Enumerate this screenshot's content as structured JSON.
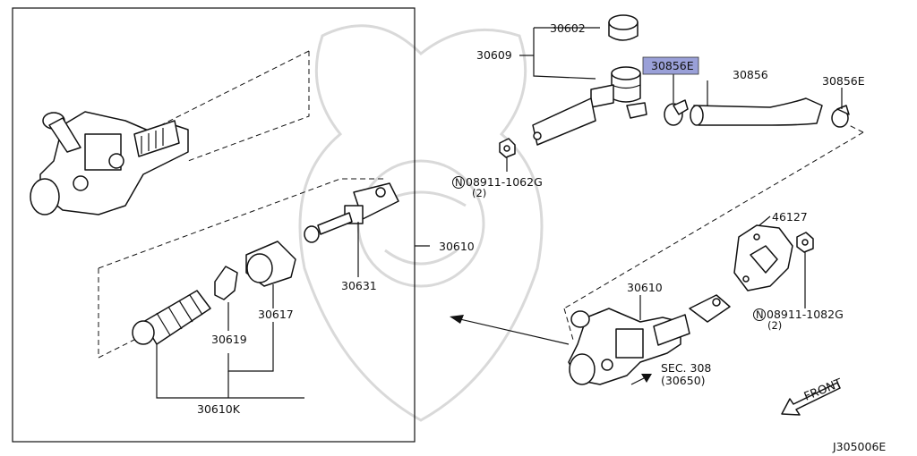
{
  "diagram_code": "J305006E",
  "highlight_color": "#9aa0d8",
  "labels": {
    "p30602": "30602",
    "p30609": "30609",
    "p30856e_highlighted": "30856E",
    "p30856": "30856",
    "p30856e": "30856E",
    "nut_upper": "08911-1062G",
    "nut_upper_qty": "(2)",
    "p46127": "46127",
    "p30610_box": "30610",
    "p30631": "30631",
    "p30617": "30617",
    "p30619": "30619",
    "p30610k": "30610K",
    "p30610_main": "30610",
    "nut_lower": "08911-1082G",
    "nut_lower_qty": "(2)",
    "sec_ref": "SEC. 308",
    "sec_ref_sub": "(30650)",
    "front": "FRONT",
    "nut_symbol": "N"
  }
}
